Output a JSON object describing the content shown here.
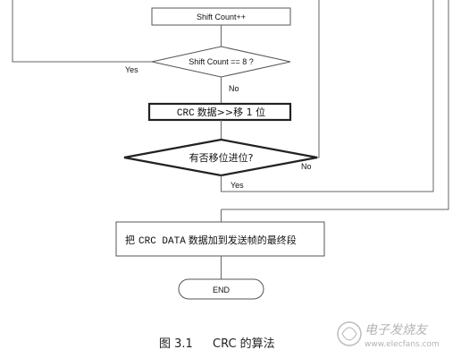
{
  "flowchart": {
    "shift_count_increment": "Shift Count++",
    "shift_count_check": "Shift Count == 8 ?",
    "check_yes": "Yes",
    "check_no": "No",
    "shift_step_prefix": "CRC",
    "shift_step_suffix": "数据>>移 1 位",
    "carry_question": "有否移位进位?",
    "carry_no": "No",
    "carry_yes": "Yes",
    "append_prefix": "把",
    "append_mono": "CRC DATA",
    "append_suffix": "数据加到发送帧的最终段",
    "end_label": "END"
  },
  "caption": {
    "figure_number": "图 3.1",
    "title": "CRC 的算法"
  },
  "watermark": {
    "brand": "电子发烧友",
    "url": "www.elecfans.com"
  }
}
